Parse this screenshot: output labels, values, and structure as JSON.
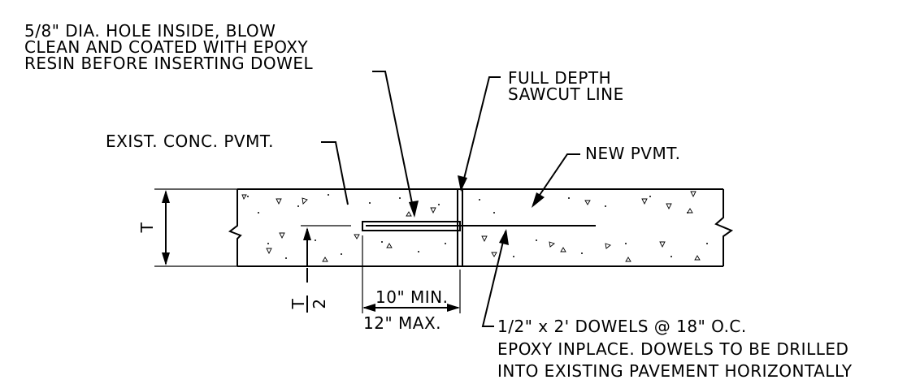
{
  "labels": {
    "hole_note": [
      "5/8\" DIA. HOLE INSIDE, BLOW",
      "CLEAN AND COATED WITH EPOXY",
      "RESIN BEFORE INSERTING DOWEL"
    ],
    "sawcut_note": [
      "FULL DEPTH",
      "SAWCUT LINE"
    ],
    "exist_pvmt": "EXIST. CONC. PVMT.",
    "new_pvmt": "NEW PVMT.",
    "thickness": "T",
    "half_thickness_num": "T",
    "half_thickness_den": "2",
    "min_embed": "10\" MIN.",
    "max_embed": "12\" MAX.",
    "dowel_note": [
      "1/2\" x 2' DOWELS @ 18\" O.C.",
      "EPOXY INPLACE. DOWELS TO BE DRILLED",
      "INTO EXISTING PAVEMENT HORIZONTALLY"
    ]
  },
  "colors": {
    "line": "#000000",
    "background": "#ffffff"
  }
}
